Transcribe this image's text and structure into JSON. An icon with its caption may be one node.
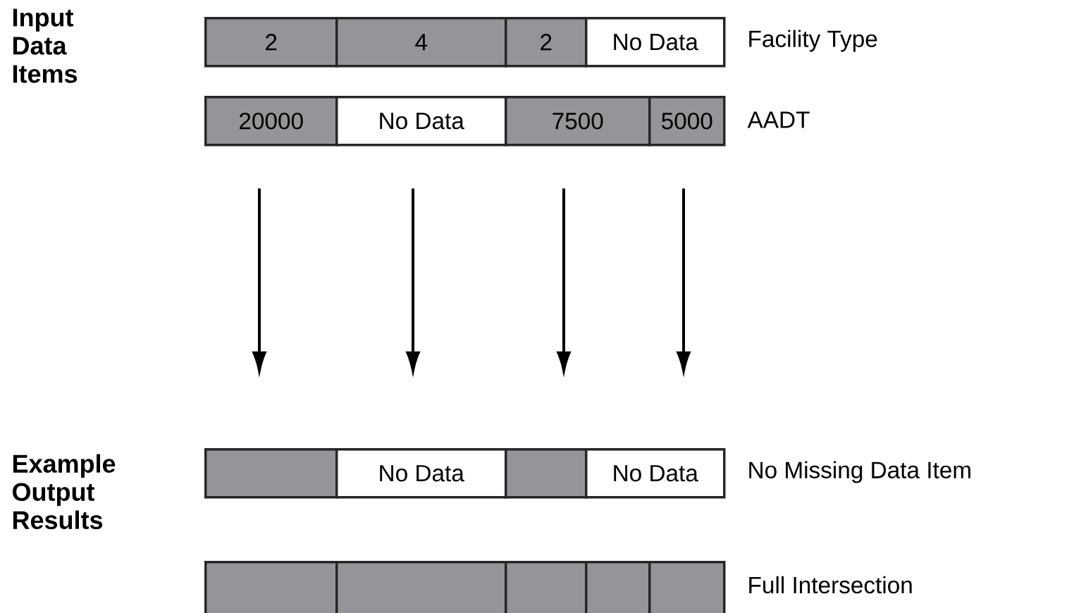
{
  "diagram": {
    "nodes": [
      {
        "text": [
          "2"
        ]
      },
      {
        "text": [
          "4"
        ]
      },
      {
        "text": [
          "2"
        ]
      },
      {
        "text": [
          "No Data"
        ]
      },
      {
        "text": [
          "20000"
        ]
      },
      {
        "text": [
          "No Data"
        ]
      },
      {
        "text": [
          "7500"
        ]
      },
      {
        "text": [
          "5000"
        ]
      },
      {
        "text": [],
        "shape": "box"
      },
      {
        "text": [
          "No Data"
        ]
      },
      {
        "text": [],
        "shape": "box"
      },
      {
        "text": [
          "No Data"
        ]
      },
      {
        "text": [],
        "shape": "box"
      },
      {
        "text": [],
        "shape": "box"
      },
      {
        "text": [],
        "shape": "box"
      },
      {
        "text": [],
        "shape": "box"
      },
      {
        "text": [],
        "shape": "box"
      }
    ],
    "edges": [
      {
        "from": 4,
        "to": 8,
        "arrow": "to"
      },
      {
        "from": 5,
        "to": 9,
        "arrow": "to"
      },
      {
        "from": 6,
        "to": 10,
        "arrow": "to"
      },
      {
        "from": 7,
        "to": 11,
        "arrow": "to"
      }
    ],
    "labels": [
      "Input Data Items",
      "Facility Type",
      "AADT",
      "Example Output Results",
      "No Missing Data Item",
      "Full Intersection"
    ]
  }
}
